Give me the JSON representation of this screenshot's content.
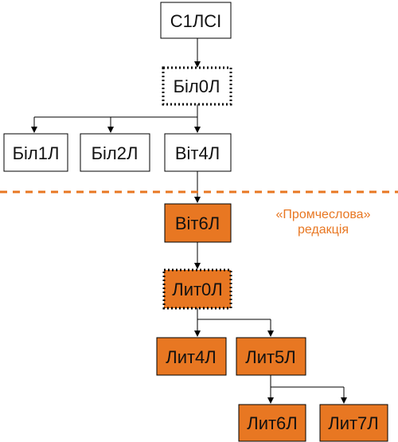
{
  "colors": {
    "accent": "#e87722",
    "box_fill_orange": "#e87722",
    "box_fill_white": "#ffffff",
    "line": "#000000"
  },
  "nodes": {
    "c1lci": "С1ЛСІ",
    "bil0l": "Біл0Л",
    "bil1l": "Біл1Л",
    "bil2l": "Біл2Л",
    "vit4l": "Віт4Л",
    "vit6l": "Віт6Л",
    "lyt0l": "Лит0Л",
    "lyt4l": "Лит4Л",
    "lyt5l": "Лит5Л",
    "lyt6l": "Лит6Л",
    "lyt7l": "Лит7Л"
  },
  "annotation": {
    "line1": "«Промчеслова»",
    "line2": "редакція"
  }
}
